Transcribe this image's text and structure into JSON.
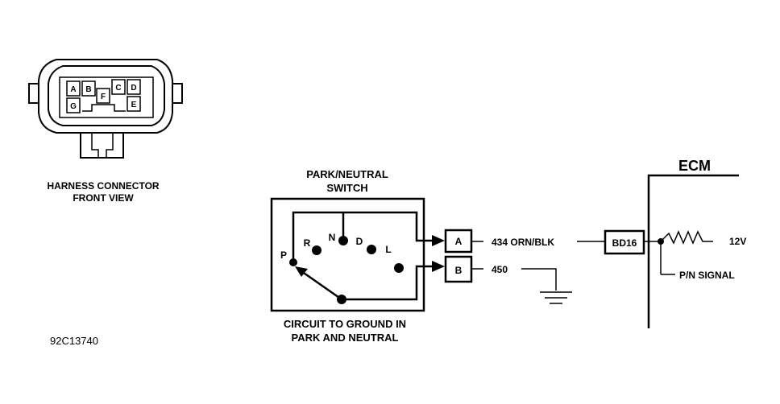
{
  "connector": {
    "caption_line1": "HARNESS CONNECTOR",
    "caption_line2": "FRONT VIEW",
    "pins": [
      "A",
      "B",
      "C",
      "D",
      "E",
      "F",
      "G"
    ]
  },
  "switch": {
    "title_line1": "PARK/NEUTRAL",
    "title_line2": "SWITCH",
    "positions": [
      "P",
      "R",
      "N",
      "D",
      "L"
    ],
    "caption_line1": "CIRCUIT TO GROUND IN",
    "caption_line2": "PARK AND NEUTRAL"
  },
  "terminals": {
    "a": "A",
    "b": "B"
  },
  "wires": {
    "w434": "434  ORN/BLK",
    "w450": "450"
  },
  "ecm": {
    "title": "ECM",
    "pin": "BD16",
    "voltage": "12V",
    "signal": "P/N SIGNAL"
  },
  "figure_id": "92C13740"
}
